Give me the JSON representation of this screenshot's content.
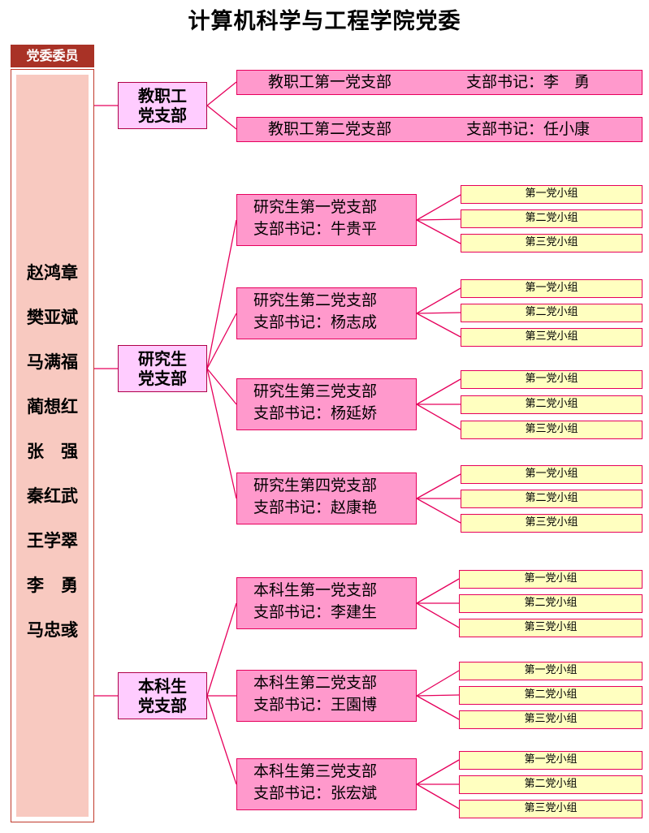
{
  "title": "计算机科学与工程学院党委",
  "committee": {
    "header": "党委委员",
    "members": [
      "赵鸿章",
      "樊亚斌",
      "马满福",
      "蔺想红",
      "张　强",
      "秦红武",
      "王学翠",
      "李　勇",
      "马忠彧"
    ]
  },
  "branches": [
    {
      "name_line1": "教职工",
      "name_line2": "党支部",
      "sub_branches": [
        {
          "name": "教职工第一党支部",
          "secretary": "支部书记：李　勇",
          "groups": []
        },
        {
          "name": "教职工第二党支部",
          "secretary": "支部书记：任小康",
          "groups": []
        }
      ]
    },
    {
      "name_line1": "研究生",
      "name_line2": "党支部",
      "sub_branches": [
        {
          "name": "研究生第一党支部",
          "secretary": "支部书记：牛贵平",
          "groups": [
            "第一党小组",
            "第二党小组",
            "第三党小组"
          ]
        },
        {
          "name": "研究生第二党支部",
          "secretary": "支部书记：杨志成",
          "groups": [
            "第一党小组",
            "第二党小组",
            "第三党小组"
          ]
        },
        {
          "name": "研究生第三党支部",
          "secretary": "支部书记：杨延娇",
          "groups": [
            "第一党小组",
            "第二党小组",
            "第三党小组"
          ]
        },
        {
          "name": "研究生第四党支部",
          "secretary": "支部书记：赵康艳",
          "groups": [
            "第一党小组",
            "第二党小组",
            "第三党小组"
          ]
        }
      ]
    },
    {
      "name_line1": "本科生",
      "name_line2": "党支部",
      "sub_branches": [
        {
          "name": "本科生第一党支部",
          "secretary": "支部书记：李建生",
          "groups": [
            "第一党小组",
            "第二党小组",
            "第三党小组"
          ]
        },
        {
          "name": "本科生第二党支部",
          "secretary": "支部书记：王園博",
          "groups": [
            "第一党小组",
            "第二党小组",
            "第三党小组"
          ]
        },
        {
          "name": "本科生第三党支部",
          "secretary": "支部书记：张宏斌",
          "groups": [
            "第一党小组",
            "第二党小组",
            "第三党小组"
          ]
        }
      ]
    }
  ]
}
